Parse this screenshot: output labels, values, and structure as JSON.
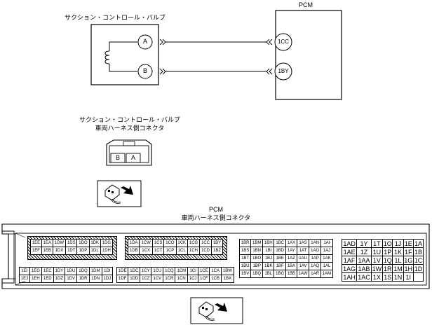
{
  "top_diagram": {
    "valve_label": "サクション・コントロール・バルブ",
    "pcm_label": "PCM",
    "pin_a": "A",
    "pin_b": "B",
    "pcm_pin_1": "1CC",
    "pcm_pin_2": "1BY"
  },
  "valve_connector": {
    "title_line1": "サクション・コントロール・バルブ",
    "title_line2": "車両ハーネス側コネクタ",
    "pins": [
      "B",
      "A"
    ]
  },
  "pcm_connector": {
    "title_line1": "PCM",
    "title_line2": "車両ハーネス側コネクタ",
    "block1": [
      [
        "1EE",
        "1EA",
        "1DW",
        "1DS",
        "1DO",
        "1DK",
        "1DG"
      ],
      [
        "1EF",
        "1EB",
        "1DX",
        "1DT",
        "1DP",
        "1DL",
        "1DH"
      ]
    ],
    "block2": [
      [
        "1DA",
        "1CW",
        "1CS",
        "1CO",
        "1CK",
        "1CG",
        "1CC",
        "1BY"
      ],
      [
        "1DB",
        "1CX",
        "1CT",
        "1CP",
        "1CL",
        "1CH",
        "1CD",
        "1BZ"
      ]
    ],
    "block3": [
      [
        "1EI",
        "1EG",
        "1EC",
        "1DY",
        "1DU",
        "1DQ",
        "1DM",
        "1DI"
      ],
      [
        "1EJ",
        "1EH",
        "1ED",
        "1DZ",
        "1DV",
        "1DR",
        "1DN",
        "1DJ"
      ]
    ],
    "block4": [
      [
        "1DE",
        "1DC",
        "1CY",
        "1CU",
        "1CQ",
        "1CM",
        "1CI",
        "1CE",
        "1CA",
        "1BW"
      ],
      [
        "1DF",
        "1DD",
        "1CZ",
        "1CV",
        "1CR",
        "1CN",
        "1CJ",
        "1CF",
        "1CB",
        "1BX"
      ]
    ],
    "block5": [
      [
        "1BR",
        "1BM",
        "1BH",
        "1BC",
        "1AX",
        "1AS",
        "1AN",
        "1AI"
      ],
      [
        "1BS",
        "1BN",
        "1BI",
        "1BD",
        "1AY",
        "1AT",
        "1AO",
        "1AJ"
      ],
      [
        "1BT",
        "1BO",
        "1BJ",
        "1BE",
        "1AZ",
        "1AU",
        "1AP",
        "1AK"
      ],
      [
        "1BU",
        "1BP",
        "1BK",
        "1BF",
        "1BA",
        "1AV",
        "1AQ",
        "1AL"
      ],
      [
        "1BV",
        "1BQ",
        "1BL",
        "1BG",
        "1BB",
        "1AW",
        "1AR",
        "1AM"
      ]
    ],
    "block6": [
      [
        "1AD",
        "1Y",
        "1T",
        "1O",
        "1J",
        "1E",
        "1A"
      ],
      [
        "1AE",
        "1Z",
        "1U",
        "1P",
        "1K",
        "1F",
        "1B"
      ],
      [
        "1AF",
        "1AA",
        "1V",
        "1Q",
        "1L",
        "1G",
        "1C"
      ],
      [
        "1AG",
        "1AB",
        "1W",
        "1R",
        "1M",
        "1H",
        "1D"
      ],
      [
        "1AH",
        "1AC",
        "1X",
        "1S",
        "1N",
        "1I",
        ""
      ]
    ]
  }
}
